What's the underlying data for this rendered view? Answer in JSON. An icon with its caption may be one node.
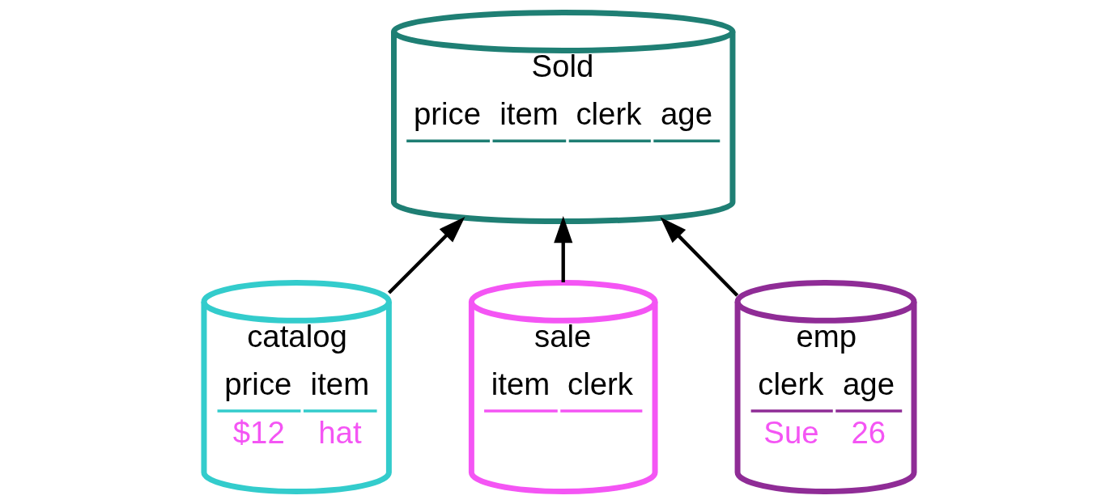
{
  "diagram": {
    "nodes": [
      {
        "text": [
          "Sold",
          "price",
          "item",
          "clerk",
          "age"
        ]
      },
      {
        "text": [
          "catalog",
          "price",
          "item",
          "$12",
          "hat"
        ]
      },
      {
        "text": [
          "sale",
          "item",
          "clerk"
        ]
      },
      {
        "text": [
          "emp",
          "clerk",
          "age",
          "Sue",
          "26"
        ]
      }
    ],
    "edges": [
      {
        "from": 1,
        "to": 0,
        "arrow": "to"
      },
      {
        "from": 2,
        "to": 0,
        "arrow": "to"
      },
      {
        "from": 3,
        "to": 0,
        "arrow": "to"
      }
    ]
  }
}
